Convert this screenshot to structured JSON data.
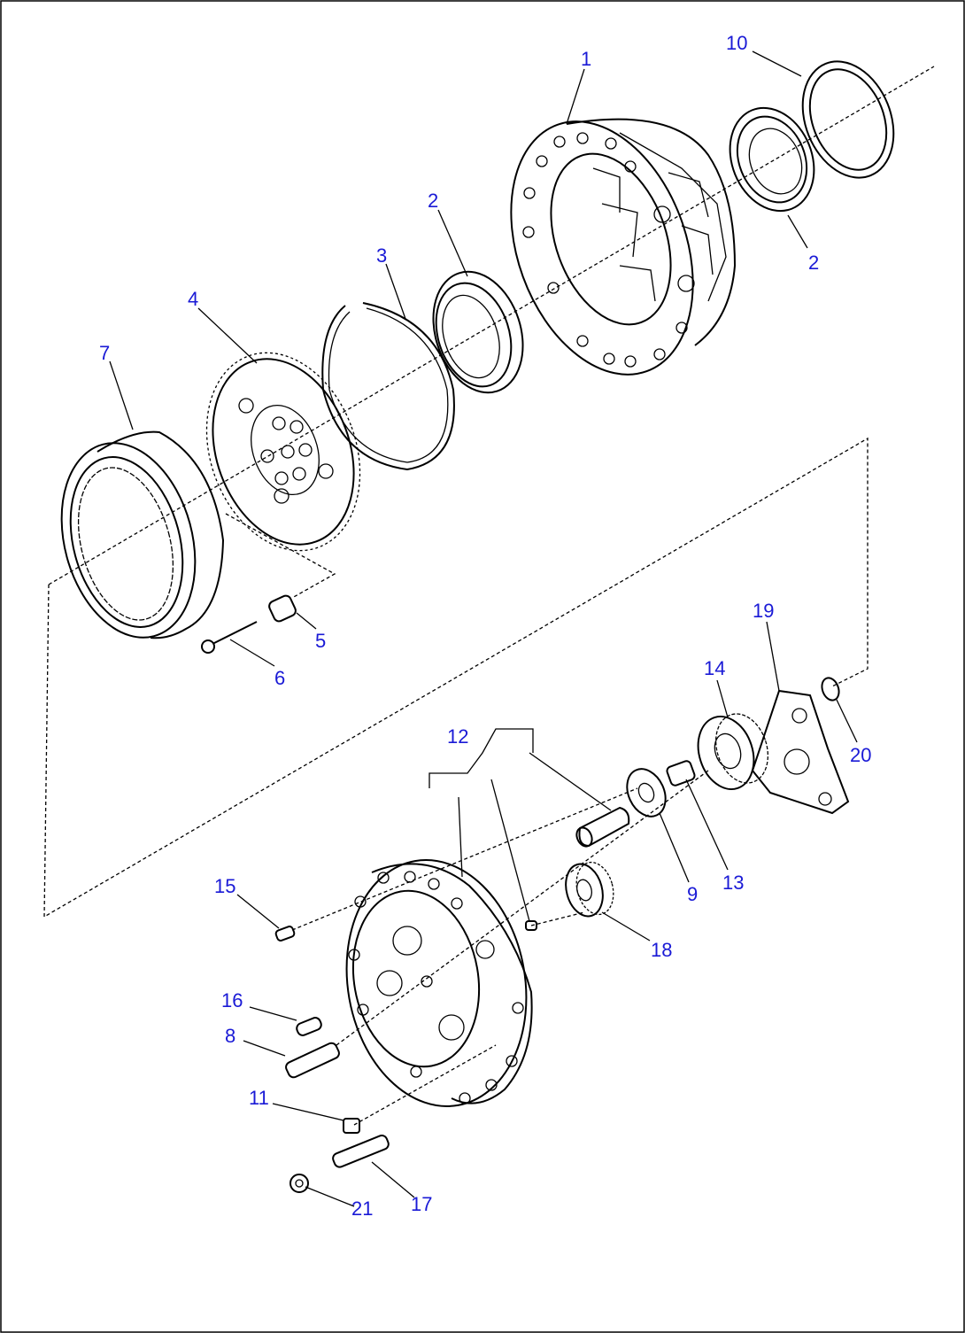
{
  "diagram": {
    "callouts": [
      {
        "id": "c1",
        "text": "1"
      },
      {
        "id": "c2a",
        "text": "2"
      },
      {
        "id": "c2b",
        "text": "2"
      },
      {
        "id": "c3",
        "text": "3"
      },
      {
        "id": "c4",
        "text": "4"
      },
      {
        "id": "c5",
        "text": "5"
      },
      {
        "id": "c6",
        "text": "6"
      },
      {
        "id": "c7",
        "text": "7"
      },
      {
        "id": "c8",
        "text": "8"
      },
      {
        "id": "c9",
        "text": "9"
      },
      {
        "id": "c10",
        "text": "10"
      },
      {
        "id": "c11",
        "text": "11"
      },
      {
        "id": "c12",
        "text": "12"
      },
      {
        "id": "c13",
        "text": "13"
      },
      {
        "id": "c14",
        "text": "14"
      },
      {
        "id": "c15",
        "text": "15"
      },
      {
        "id": "c16",
        "text": "16"
      },
      {
        "id": "c17",
        "text": "17"
      },
      {
        "id": "c18",
        "text": "18"
      },
      {
        "id": "c19",
        "text": "19"
      },
      {
        "id": "c20",
        "text": "20"
      },
      {
        "id": "c21",
        "text": "21"
      }
    ],
    "colors": {
      "callout": "#1a1ad6",
      "line": "#000000",
      "background": "#ffffff"
    }
  }
}
